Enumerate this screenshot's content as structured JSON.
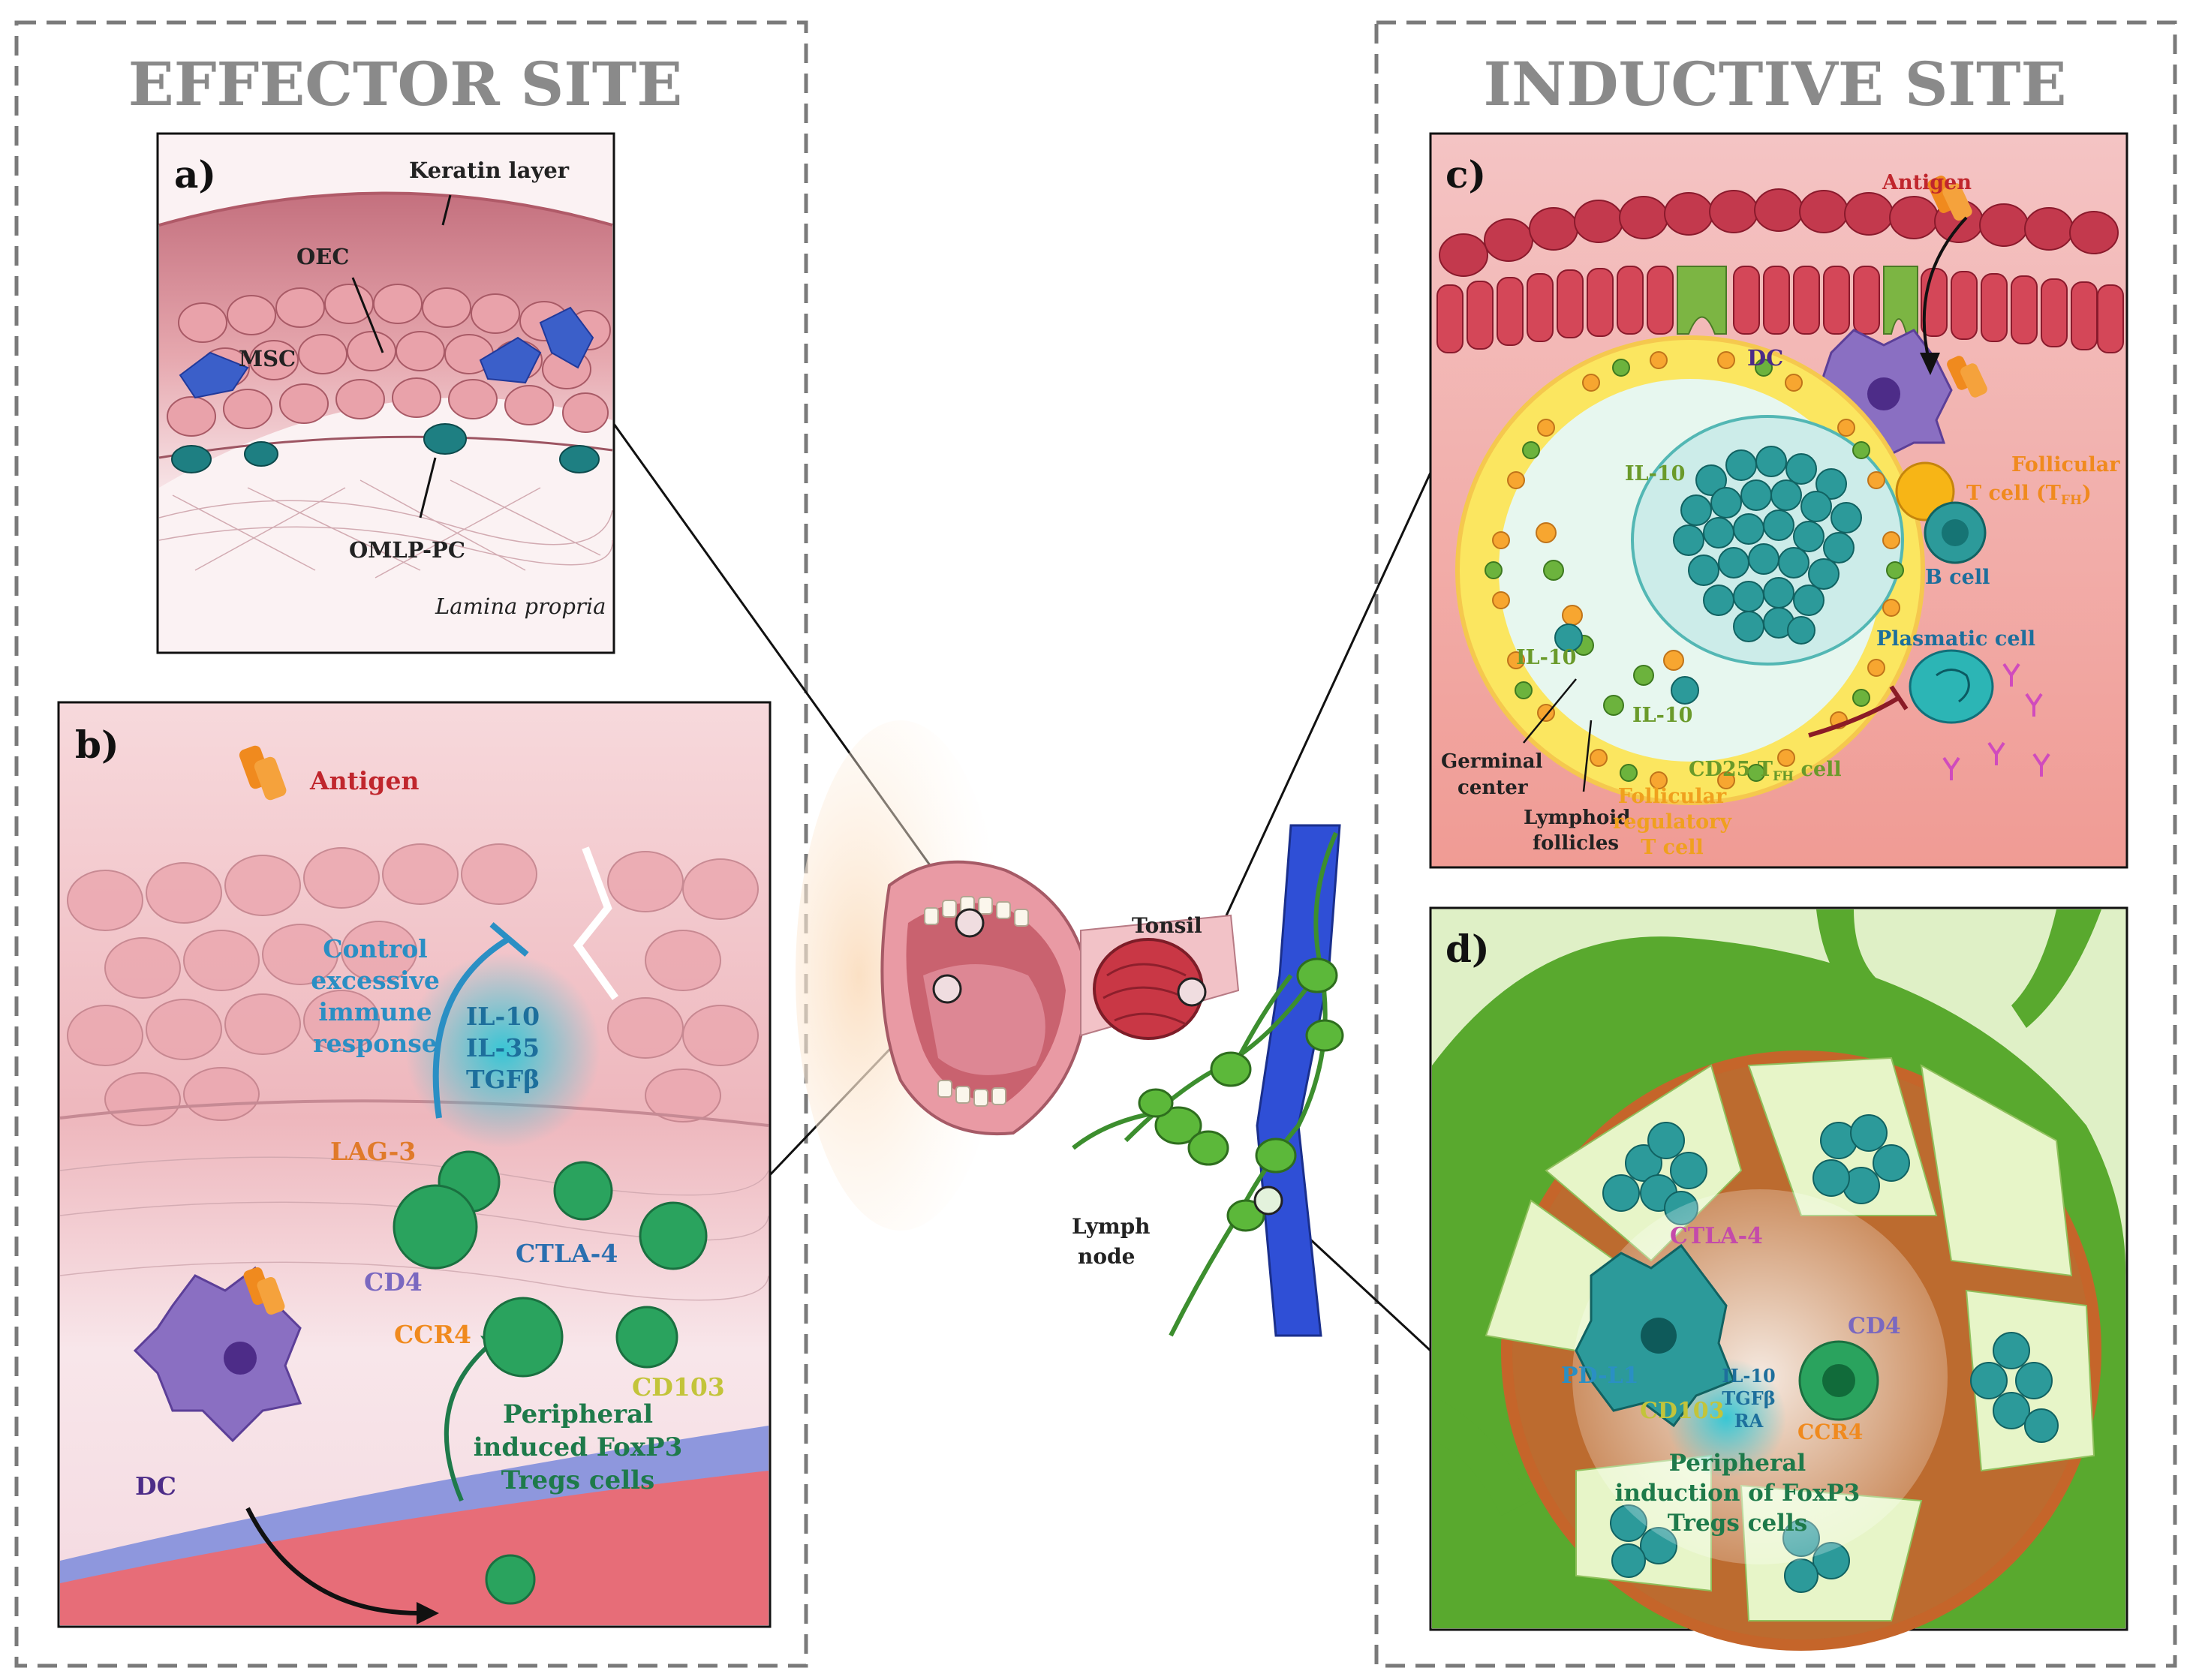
{
  "sites": {
    "effector": "EFFECTOR SITE",
    "inductive": "INDUCTIVE SITE"
  },
  "panel_a": {
    "letter": "a)",
    "keratin": "Keratin layer",
    "oec": "OEC",
    "msc": "MSC",
    "omlp": "OMLP-PC",
    "lamina": "Lamina propria"
  },
  "panel_b": {
    "letter": "b)",
    "antigen": "Antigen",
    "control": [
      "Control",
      "excessive",
      "immune",
      "response"
    ],
    "cytokines": [
      "IL-10",
      "IL-35",
      "TGFβ"
    ],
    "lag3": "LAG-3",
    "cd4": "CD4",
    "ctla4": "CTLA-4",
    "ccr4": "CCR4",
    "cd103": "CD103",
    "dc": "DC",
    "peripheral": [
      "Peripheral",
      "induced FoxP3",
      "Tregs cells"
    ]
  },
  "center": {
    "tonsil": "Tonsil",
    "lymph": [
      "Lymph",
      "node"
    ]
  },
  "panel_c": {
    "letter": "c)",
    "antigen": "Antigen",
    "dc": "DC",
    "il10": "IL-10",
    "follicular_t": [
      "Follicular",
      "T cell (T",
      "FH",
      ")"
    ],
    "b_cell": "B cell",
    "plasmatic": "Plasmatic cell",
    "germinal": [
      "Germinal",
      "center"
    ],
    "lymphoid": [
      "Lymphoid",
      "follicles"
    ],
    "cd25": [
      "CD25 T",
      "FH",
      " cell"
    ],
    "follicular_reg": [
      "Follicular",
      "regulatory",
      "T cell"
    ]
  },
  "panel_d": {
    "letter": "d)",
    "ctla4": "CTLA-4",
    "cd4": "CD4",
    "pdl1": "PD-L1",
    "cd103": "CD103",
    "ccr4": "CCR4",
    "cytokines": [
      "IL-10",
      "TGFβ",
      "RA"
    ],
    "peripheral": [
      "Peripheral",
      "induction of FoxP3",
      "Tregs cells"
    ]
  },
  "colors": {
    "frame": "#7a7a7a",
    "title": "#8a8a8a",
    "tissue_pink": "#e8a6ad",
    "teal_cell": "#1e8f8f",
    "green_treg": "#27a35a",
    "dc_purple": "#8a6fc2",
    "antigen": "#f08a1e",
    "vessel_blue": "#2f4fd6",
    "node_green": "#4cae3a",
    "brown_trabecula": "#a8651a"
  }
}
